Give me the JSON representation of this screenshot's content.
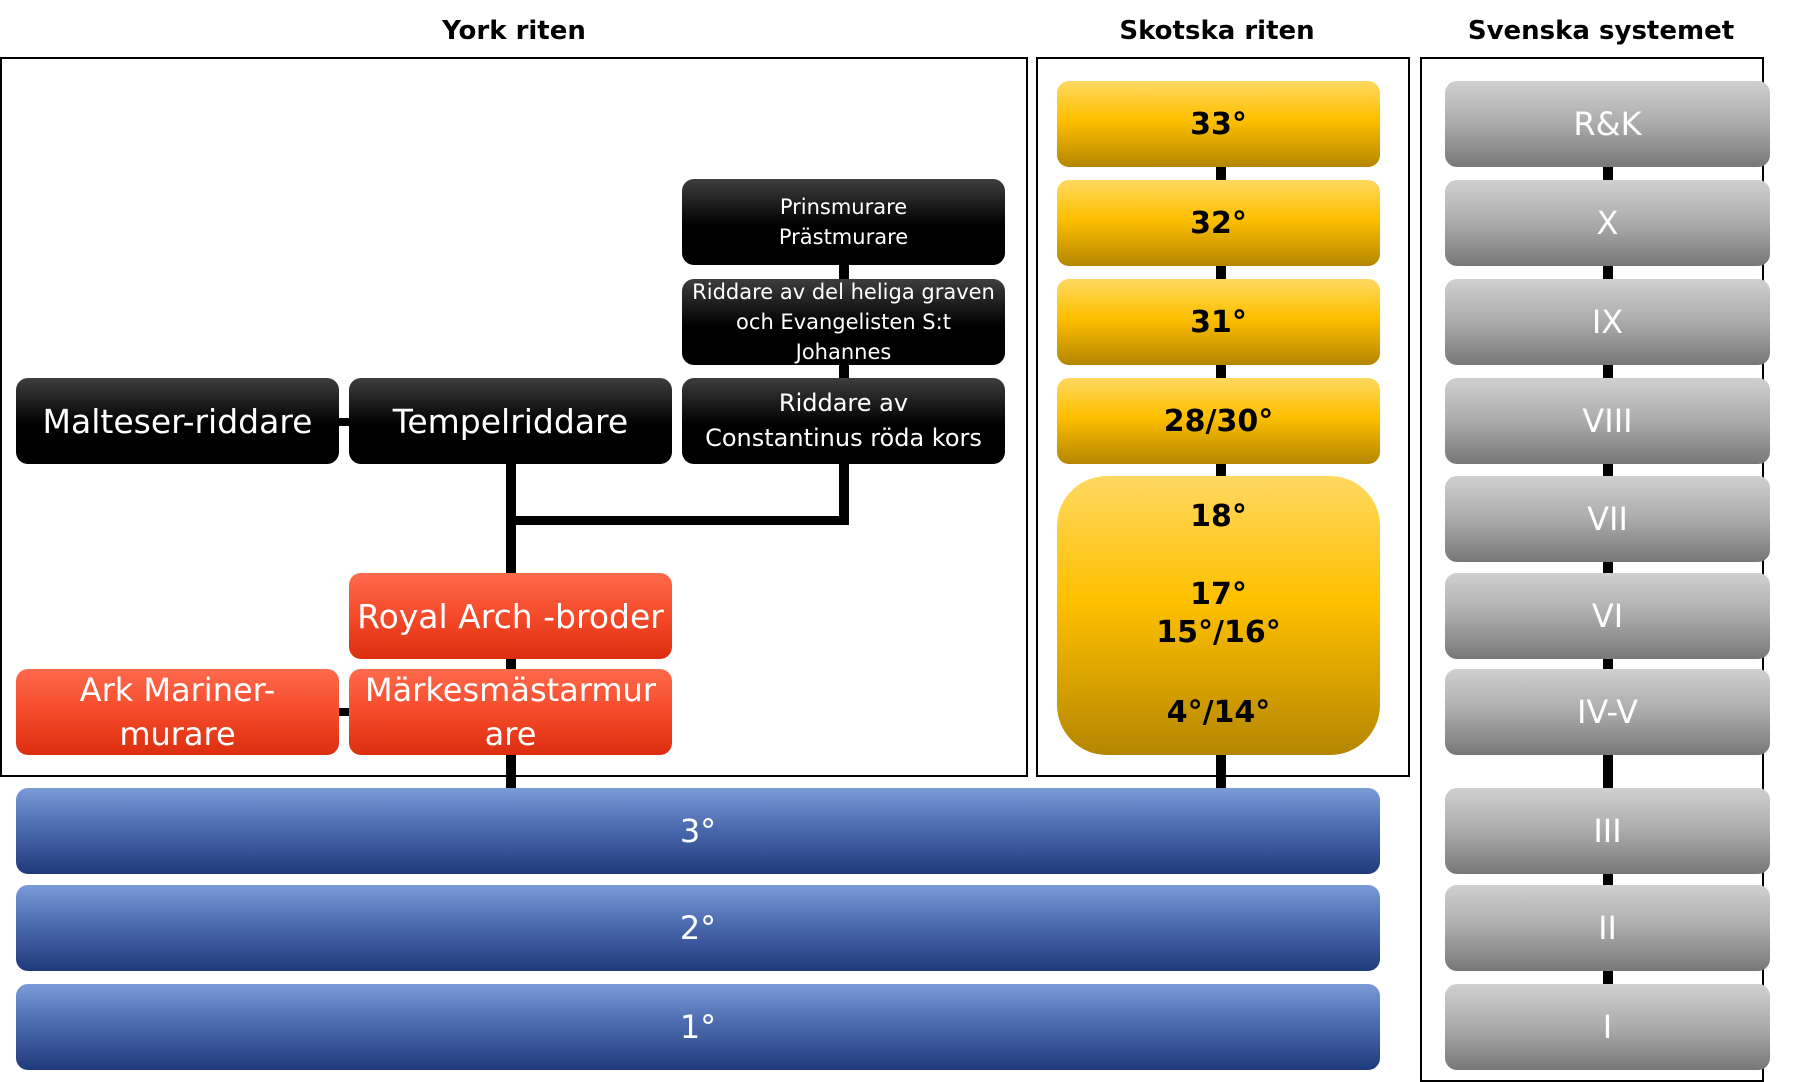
{
  "headings": {
    "york": "York riten",
    "scottish": "Skotska riten",
    "swedish": "Svenska systemet"
  },
  "york": {
    "prinsmurare": "Prinsmurare\nPrästmurare",
    "riddare_graven": "Riddare av del heliga graven\noch Evangelisten S:t\nJohannes",
    "malteser": "Malteser-riddare",
    "tempel": "Tempelriddare",
    "constantinus": "Riddare av\nConstantinus röda kors",
    "royal_arch": "Royal Arch -broder",
    "ark_mariner": "Ark Mariner-\nmurare",
    "markesmastar": "Märkesmästarmur\nare"
  },
  "scottish": {
    "degrees": [
      "33°",
      "32°",
      "31°",
      "28/30°"
    ],
    "lower": [
      "18°",
      "17°\n15°/16°",
      "4°/14°"
    ]
  },
  "swedish": {
    "degrees": [
      "R&K",
      "X",
      "IX",
      "VIII",
      "VII",
      "VI",
      "IV-V",
      "III",
      "II",
      "I"
    ]
  },
  "craft": {
    "degrees": [
      "3°",
      "2°",
      "1°"
    ]
  },
  "colors": {
    "york_higher": "#000000",
    "york_chapter": "#f44a2a",
    "scottish": "#ffc000",
    "swedish": "#a6a6a6",
    "craft": "#4472c4"
  }
}
